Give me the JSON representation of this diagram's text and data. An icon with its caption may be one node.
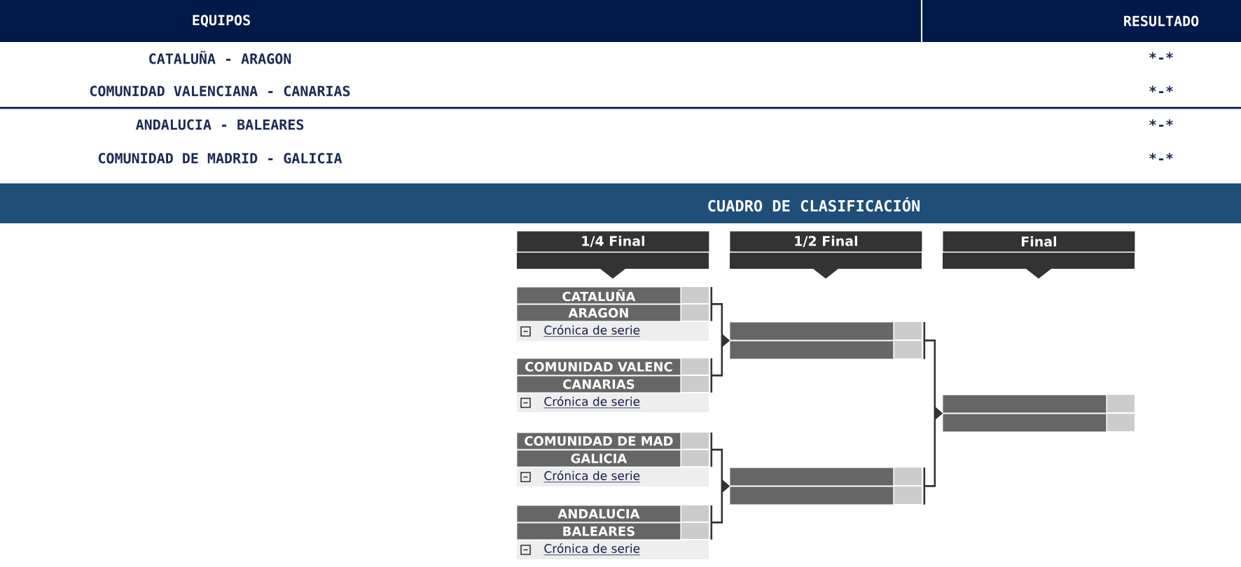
{
  "diagram": {
    "title": "CUADRO DE CLASIFICACIÓN",
    "nodes": [
      {
        "text": [
          "1/4 Final"
        ]
      },
      {
        "text": [
          "1/2 Final"
        ]
      },
      {
        "text": [
          "Final"
        ]
      },
      {
        "text": [
          "CATALUÑA",
          "ARAGON"
        ],
        "beside": [
          "Crónica de serie"
        ]
      },
      {
        "text": [
          "COMUNIDAD VALENC",
          "CANARIAS"
        ],
        "beside": [
          "Crónica de serie"
        ]
      },
      {
        "text": [
          "COMUNIDAD DE MAD",
          "GALICIA"
        ],
        "beside": [
          "Crónica de serie"
        ]
      },
      {
        "text": [
          "ANDALUCIA",
          "BALEARES"
        ],
        "beside": [
          "Crónica de serie"
        ]
      },
      {
        "text": [],
        "shape": "box"
      },
      {
        "text": [],
        "shape": "box"
      },
      {
        "text": [],
        "shape": "box"
      }
    ],
    "edges": [
      {
        "from": 3,
        "to": 7,
        "arrow": "to"
      },
      {
        "from": 4,
        "to": 7,
        "arrow": "to"
      },
      {
        "from": 5,
        "to": 8,
        "arrow": "to"
      },
      {
        "from": 6,
        "to": 8,
        "arrow": "to"
      },
      {
        "from": 7,
        "to": 9,
        "arrow": "to"
      },
      {
        "from": 8,
        "to": 9,
        "arrow": "to"
      }
    ],
    "labels": [
      "EQUIPOS",
      "RESULTADO",
      "CATALUÑA - ARAGON",
      "*-*",
      "COMUNIDAD VALENCIANA - CANARIAS",
      "*-*",
      "ANDALUCIA - BALEARES",
      "*-*",
      "COMUNIDAD DE MADRID - GALICIA",
      "*-*"
    ]
  }
}
